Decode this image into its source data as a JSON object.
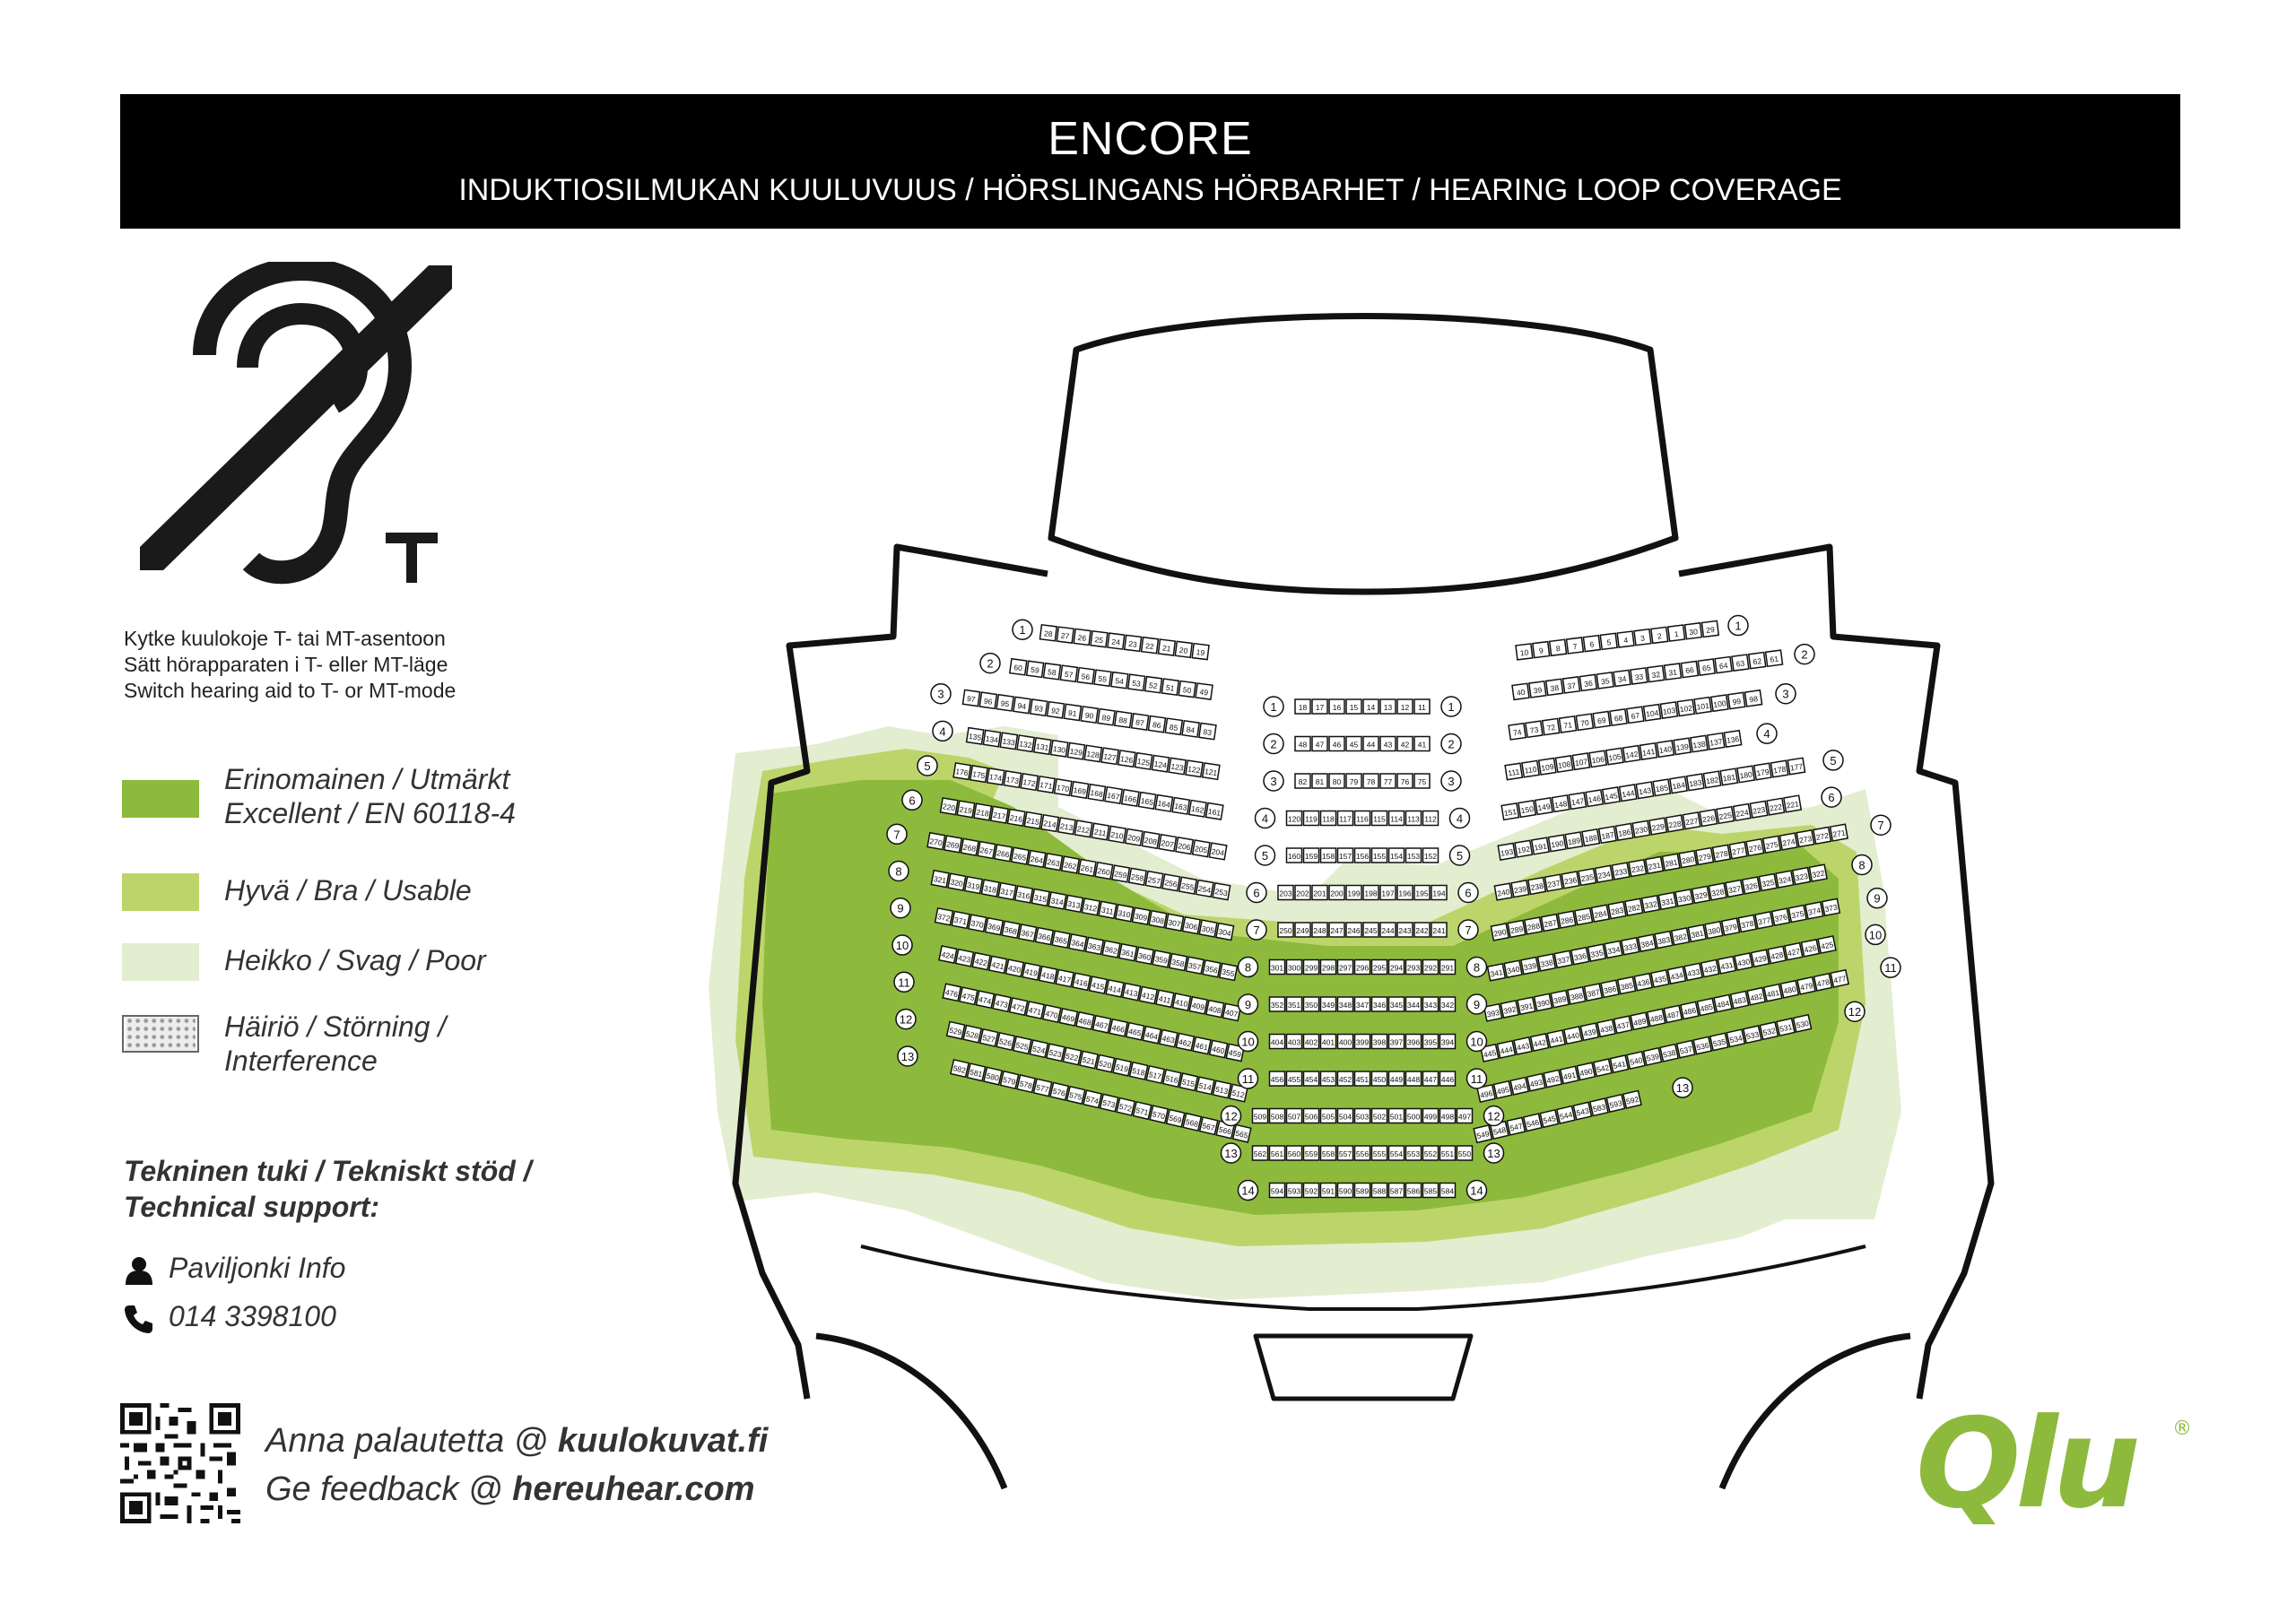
{
  "header": {
    "title": "ENCORE",
    "subtitle": "INDUKTIOSILMUKAN KUULUVUUS /  HÖRSLINGANS HÖRBARHET / HEARING LOOP COVERAGE"
  },
  "symbol": {
    "icon": "hearing-loop-t-icon",
    "letter": "T"
  },
  "instructions": [
    "Kytke kuulokoje T- tai MT-asentoon",
    "Sätt hörapparaten i T- eller MT-läge",
    "Switch hearing aid to T- or MT-mode"
  ],
  "legend": [
    {
      "lines": [
        "Erinomainen / Utmärkt",
        "Excellent / EN 60118-4"
      ],
      "color": "#8dba3c"
    },
    {
      "lines": [
        "Hyvä / Bra / Usable"
      ],
      "color": "#bcd56b"
    },
    {
      "lines": [
        "Heikko / Svag / Poor"
      ],
      "color": "#e3edd0"
    },
    {
      "lines": [
        "Häiriö / Störning /",
        "Interference"
      ],
      "color": "dotted"
    }
  ],
  "support": {
    "title": [
      "Tekninen tuki / Tekniskt stöd /",
      "Technical support:"
    ],
    "contact_name": "Paviljonki Info",
    "phone": "014 3398100"
  },
  "feedback": {
    "fi_prefix": "Anna palautetta @ ",
    "fi_site": "kuulokuvat.fi",
    "sv_prefix": "Ge feedback @ ",
    "sv_site": "hereuhear.com"
  },
  "logo": {
    "text": "Qlu",
    "mark": "®",
    "color": "#8dba3c"
  },
  "colors": {
    "excellent": "#8dba3c",
    "usable": "#bcd56b",
    "poor": "#e3edd0"
  },
  "seatmap": {
    "row_numbers": [
      "1",
      "2",
      "3",
      "4",
      "5",
      "6",
      "7",
      "8",
      "9",
      "10",
      "11",
      "12",
      "13",
      "14"
    ],
    "center_rows": [
      {
        "row": "1",
        "seats": [
          "18",
          "17",
          "16",
          "15",
          "14",
          "13",
          "12",
          "11"
        ]
      },
      {
        "row": "2",
        "seats": [
          "48",
          "47",
          "46",
          "45",
          "44",
          "43",
          "42",
          "41"
        ]
      },
      {
        "row": "3",
        "seats": [
          "82",
          "81",
          "80",
          "79",
          "78",
          "77",
          "76",
          "75"
        ]
      },
      {
        "row": "4",
        "seats": [
          "120",
          "119",
          "118",
          "117",
          "116",
          "115",
          "114",
          "113",
          "112"
        ]
      },
      {
        "row": "5",
        "seats": [
          "160",
          "159",
          "158",
          "157",
          "156",
          "155",
          "154",
          "153",
          "152"
        ]
      },
      {
        "row": "6",
        "seats": [
          "203",
          "202",
          "201",
          "200",
          "199",
          "198",
          "197",
          "196",
          "195",
          "194"
        ]
      },
      {
        "row": "7",
        "seats": [
          "250",
          "249",
          "248",
          "247",
          "246",
          "245",
          "244",
          "243",
          "242",
          "241"
        ]
      },
      {
        "row": "8",
        "seats": [
          "301",
          "300",
          "299",
          "298",
          "297",
          "296",
          "295",
          "294",
          "293",
          "292",
          "291"
        ]
      },
      {
        "row": "9",
        "seats": [
          "352",
          "351",
          "350",
          "349",
          "348",
          "347",
          "346",
          "345",
          "344",
          "343",
          "342"
        ]
      },
      {
        "row": "10",
        "seats": [
          "404",
          "403",
          "402",
          "401",
          "400",
          "399",
          "398",
          "397",
          "396",
          "395",
          "394"
        ]
      },
      {
        "row": "11",
        "seats": [
          "456",
          "455",
          "454",
          "453",
          "452",
          "451",
          "450",
          "449",
          "448",
          "447",
          "446"
        ]
      },
      {
        "row": "12",
        "seats": [
          "509",
          "508",
          "507",
          "506",
          "505",
          "504",
          "503",
          "502",
          "501",
          "500",
          "499",
          "498",
          "497"
        ]
      },
      {
        "row": "13",
        "seats": [
          "562",
          "561",
          "560",
          "559",
          "558",
          "557",
          "556",
          "555",
          "554",
          "553",
          "552",
          "551",
          "550"
        ]
      },
      {
        "row": "14",
        "seats": [
          "594",
          "593",
          "592",
          "591",
          "590",
          "589",
          "588",
          "587",
          "586",
          "585",
          "584"
        ]
      }
    ],
    "left_rows": [
      {
        "row": "1",
        "seats": [
          "28",
          "27",
          "26",
          "25",
          "24",
          "23",
          "22",
          "21",
          "20",
          "19"
        ]
      },
      {
        "row": "2",
        "seats": [
          "60",
          "59",
          "58",
          "57",
          "56",
          "55",
          "54",
          "53",
          "52",
          "51",
          "50",
          "49"
        ]
      },
      {
        "row": "3",
        "seats": [
          "97",
          "96",
          "95",
          "94",
          "93",
          "92",
          "91",
          "90",
          "89",
          "88",
          "87",
          "86",
          "85",
          "84",
          "83"
        ]
      },
      {
        "row": "4",
        "seats": [
          "135",
          "134",
          "133",
          "132",
          "131",
          "130",
          "129",
          "128",
          "127",
          "126",
          "125",
          "124",
          "123",
          "122",
          "121"
        ]
      },
      {
        "row": "5",
        "seats": [
          "176",
          "175",
          "174",
          "173",
          "172",
          "171",
          "170",
          "169",
          "168",
          "167",
          "166",
          "165",
          "164",
          "163",
          "162",
          "161"
        ]
      },
      {
        "row": "6",
        "seats": [
          "220",
          "219",
          "218",
          "217",
          "216",
          "215",
          "214",
          "213",
          "212",
          "211",
          "210",
          "209",
          "208",
          "207",
          "206",
          "205",
          "204"
        ]
      },
      {
        "row": "7",
        "seats": [
          "270",
          "269",
          "268",
          "267",
          "266",
          "265",
          "264",
          "263",
          "262",
          "261",
          "260",
          "259",
          "258",
          "257",
          "256",
          "255",
          "254",
          "253"
        ]
      },
      {
        "row": "8",
        "seats": [
          "321",
          "320",
          "319",
          "318",
          "317",
          "316",
          "315",
          "314",
          "313",
          "312",
          "311",
          "310",
          "309",
          "308",
          "307",
          "306",
          "305",
          "304"
        ]
      },
      {
        "row": "9",
        "seats": [
          "372",
          "371",
          "370",
          "369",
          "368",
          "367",
          "366",
          "365",
          "364",
          "363",
          "362",
          "361",
          "360",
          "359",
          "358",
          "357",
          "356",
          "355"
        ]
      },
      {
        "row": "10",
        "seats": [
          "424",
          "423",
          "422",
          "421",
          "420",
          "419",
          "418",
          "417",
          "416",
          "415",
          "414",
          "413",
          "412",
          "411",
          "410",
          "409",
          "408",
          "407"
        ]
      },
      {
        "row": "11",
        "seats": [
          "476",
          "475",
          "474",
          "473",
          "472",
          "471",
          "470",
          "469",
          "468",
          "467",
          "466",
          "465",
          "464",
          "463",
          "462",
          "461",
          "460",
          "459"
        ]
      },
      {
        "row": "12",
        "seats": [
          "529",
          "528",
          "527",
          "526",
          "525",
          "524",
          "523",
          "522",
          "521",
          "520",
          "519",
          "518",
          "517",
          "516",
          "515",
          "514",
          "513",
          "512"
        ]
      },
      {
        "row": "13",
        "seats": [
          "582",
          "581",
          "580",
          "579",
          "578",
          "577",
          "576",
          "575",
          "574",
          "573",
          "572",
          "571",
          "570",
          "569",
          "568",
          "567",
          "566",
          "565"
        ]
      }
    ],
    "right_rows": [
      {
        "row": "1",
        "seats": [
          "10",
          "9",
          "8",
          "7",
          "6",
          "5",
          "4",
          "3",
          "2",
          "1",
          "30",
          "29"
        ]
      },
      {
        "row": "2",
        "seats": [
          "40",
          "39",
          "38",
          "37",
          "36",
          "35",
          "34",
          "33",
          "32",
          "31",
          "66",
          "65",
          "64",
          "63",
          "62",
          "61"
        ]
      },
      {
        "row": "3",
        "seats": [
          "74",
          "73",
          "72",
          "71",
          "70",
          "69",
          "68",
          "67",
          "104",
          "103",
          "102",
          "101",
          "100",
          "99",
          "98"
        ]
      },
      {
        "row": "4",
        "seats": [
          "111",
          "110",
          "109",
          "108",
          "107",
          "106",
          "105",
          "142",
          "141",
          "140",
          "139",
          "138",
          "137",
          "136"
        ]
      },
      {
        "row": "5",
        "seats": [
          "151",
          "150",
          "149",
          "148",
          "147",
          "146",
          "145",
          "144",
          "143",
          "185",
          "184",
          "183",
          "182",
          "181",
          "180",
          "179",
          "178",
          "177"
        ]
      },
      {
        "row": "6",
        "seats": [
          "193",
          "192",
          "191",
          "190",
          "189",
          "188",
          "187",
          "186",
          "230",
          "229",
          "228",
          "227",
          "226",
          "225",
          "224",
          "223",
          "222",
          "221"
        ]
      },
      {
        "row": "7",
        "seats": [
          "240",
          "239",
          "238",
          "237",
          "236",
          "235",
          "234",
          "233",
          "232",
          "231",
          "281",
          "280",
          "279",
          "278",
          "277",
          "276",
          "275",
          "274",
          "273",
          "272",
          "271"
        ]
      },
      {
        "row": "8",
        "seats": [
          "290",
          "289",
          "288",
          "287",
          "286",
          "285",
          "284",
          "283",
          "282",
          "332",
          "331",
          "330",
          "329",
          "328",
          "327",
          "326",
          "325",
          "324",
          "323",
          "322"
        ]
      },
      {
        "row": "9",
        "seats": [
          "341",
          "340",
          "339",
          "338",
          "337",
          "336",
          "335",
          "334",
          "333",
          "384",
          "383",
          "382",
          "381",
          "380",
          "379",
          "378",
          "377",
          "376",
          "375",
          "374",
          "373"
        ]
      },
      {
        "row": "10",
        "seats": [
          "393",
          "392",
          "391",
          "390",
          "389",
          "388",
          "387",
          "386",
          "385",
          "436",
          "435",
          "434",
          "433",
          "432",
          "431",
          "430",
          "429",
          "428",
          "427",
          "426",
          "425"
        ]
      },
      {
        "row": "11",
        "seats": [
          "445",
          "444",
          "443",
          "442",
          "441",
          "440",
          "439",
          "438",
          "437",
          "489",
          "488",
          "487",
          "486",
          "485",
          "484",
          "483",
          "482",
          "481",
          "480",
          "479",
          "478",
          "477"
        ]
      },
      {
        "row": "12",
        "seats": [
          "496",
          "495",
          "494",
          "493",
          "492",
          "491",
          "490",
          "542",
          "541",
          "540",
          "539",
          "538",
          "537",
          "536",
          "535",
          "534",
          "533",
          "532",
          "531",
          "530"
        ]
      },
      {
        "row": "13",
        "seats": [
          "549",
          "548",
          "547",
          "546",
          "545",
          "544",
          "543",
          "583",
          "593",
          "592"
        ]
      }
    ]
  }
}
